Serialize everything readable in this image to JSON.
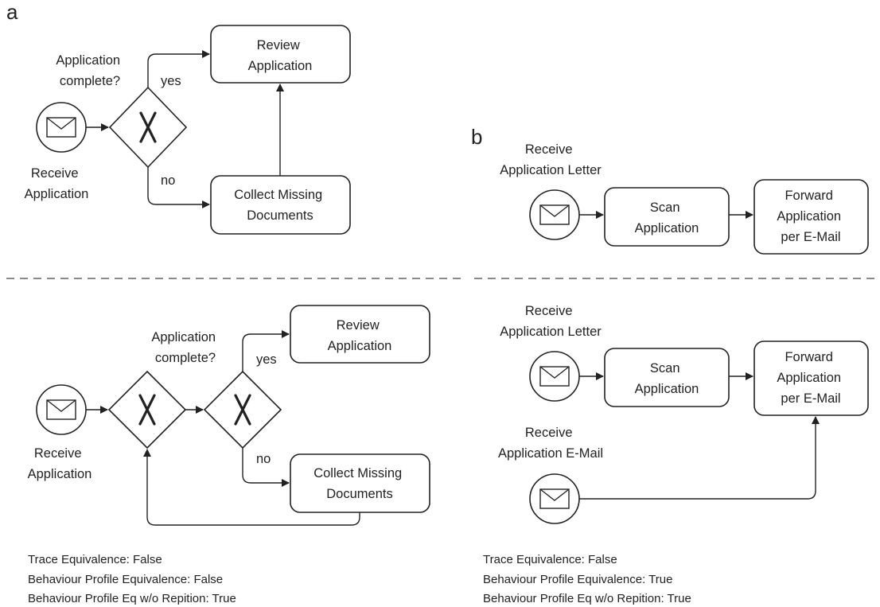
{
  "panels": {
    "a": "a",
    "b": "b"
  },
  "top_left": {
    "event": [
      "Receive",
      "Application"
    ],
    "gateway_label": [
      "Application",
      "complete?"
    ],
    "yes": "yes",
    "no": "no",
    "review": [
      "Review",
      "Application"
    ],
    "collect": [
      "Collect Missing",
      "Documents"
    ]
  },
  "top_right": {
    "event": [
      "Receive",
      "Application Letter"
    ],
    "scan": [
      "Scan",
      "Application"
    ],
    "forward": [
      "Forward",
      "Application",
      "per E-Mail"
    ]
  },
  "bottom_left": {
    "event": [
      "Receive",
      "Application"
    ],
    "gateway_label": [
      "Application",
      "complete?"
    ],
    "yes": "yes",
    "no": "no",
    "review": [
      "Review",
      "Application"
    ],
    "collect": [
      "Collect Missing",
      "Documents"
    ],
    "caption": [
      "Trace Equivalence: False",
      "Behaviour Profile Equivalence: False",
      "Behaviour Profile Eq w/o Repition: True"
    ]
  },
  "bottom_right": {
    "event_letter": [
      "Receive",
      "Application Letter"
    ],
    "event_email": [
      "Receive",
      "Application E-Mail"
    ],
    "scan": [
      "Scan",
      "Application"
    ],
    "forward": [
      "Forward",
      "Application",
      "per E-Mail"
    ],
    "caption": [
      "Trace Equivalence: False",
      "Behaviour Profile Equivalence: True",
      "Behaviour Profile Eq w/o Repition: True"
    ]
  },
  "icons": {
    "start_event": "envelope-icon",
    "gateway": "exclusive-gateway-x-icon"
  }
}
